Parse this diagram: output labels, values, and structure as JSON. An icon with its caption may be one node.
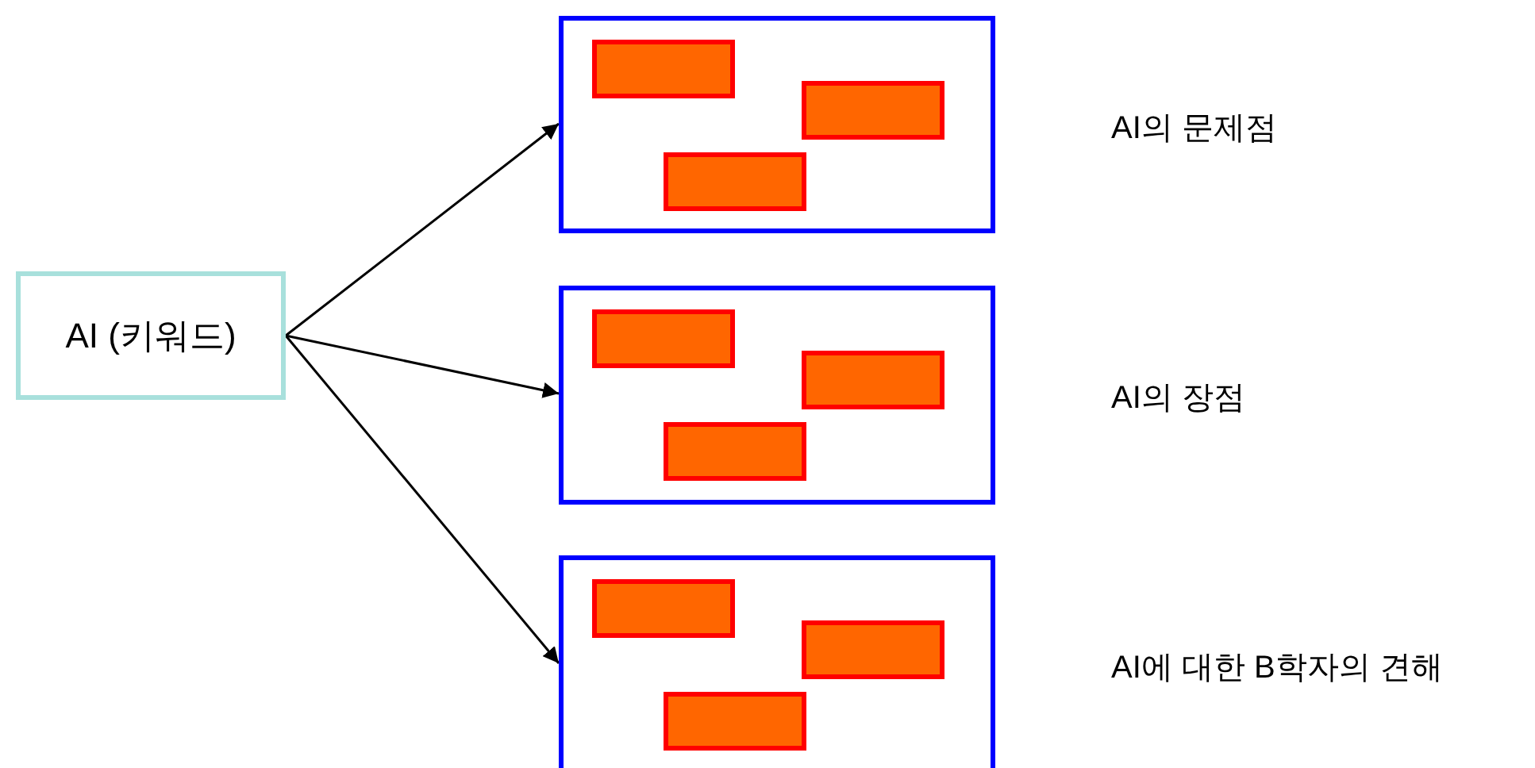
{
  "diagram": {
    "nodes": [
      {
        "text": [
          "AI (키워드)"
        ]
      },
      {
        "text": [],
        "shape": "box",
        "beside": [
          "AI의 문제점"
        ]
      },
      {
        "text": [],
        "shape": "bar",
        "in": 1
      },
      {
        "text": [],
        "shape": "bar",
        "in": 1
      },
      {
        "text": [],
        "shape": "bar",
        "in": 1
      },
      {
        "text": [],
        "shape": "box",
        "beside": [
          "AI의 장점"
        ]
      },
      {
        "text": [],
        "shape": "bar",
        "in": 5
      },
      {
        "text": [],
        "shape": "bar",
        "in": 5
      },
      {
        "text": [],
        "shape": "bar",
        "in": 5
      },
      {
        "text": [],
        "shape": "box",
        "beside": [
          "AI에 대한 B학자의 견해"
        ]
      },
      {
        "text": [],
        "shape": "bar",
        "in": 9
      },
      {
        "text": [],
        "shape": "bar",
        "in": 9
      },
      {
        "text": [],
        "shape": "bar",
        "in": 9
      }
    ],
    "edges": [
      {
        "from": 0,
        "to": 1,
        "arrow": "to"
      },
      {
        "from": 0,
        "to": 5,
        "arrow": "to"
      },
      {
        "from": 0,
        "to": 9,
        "arrow": "to"
      }
    ]
  }
}
